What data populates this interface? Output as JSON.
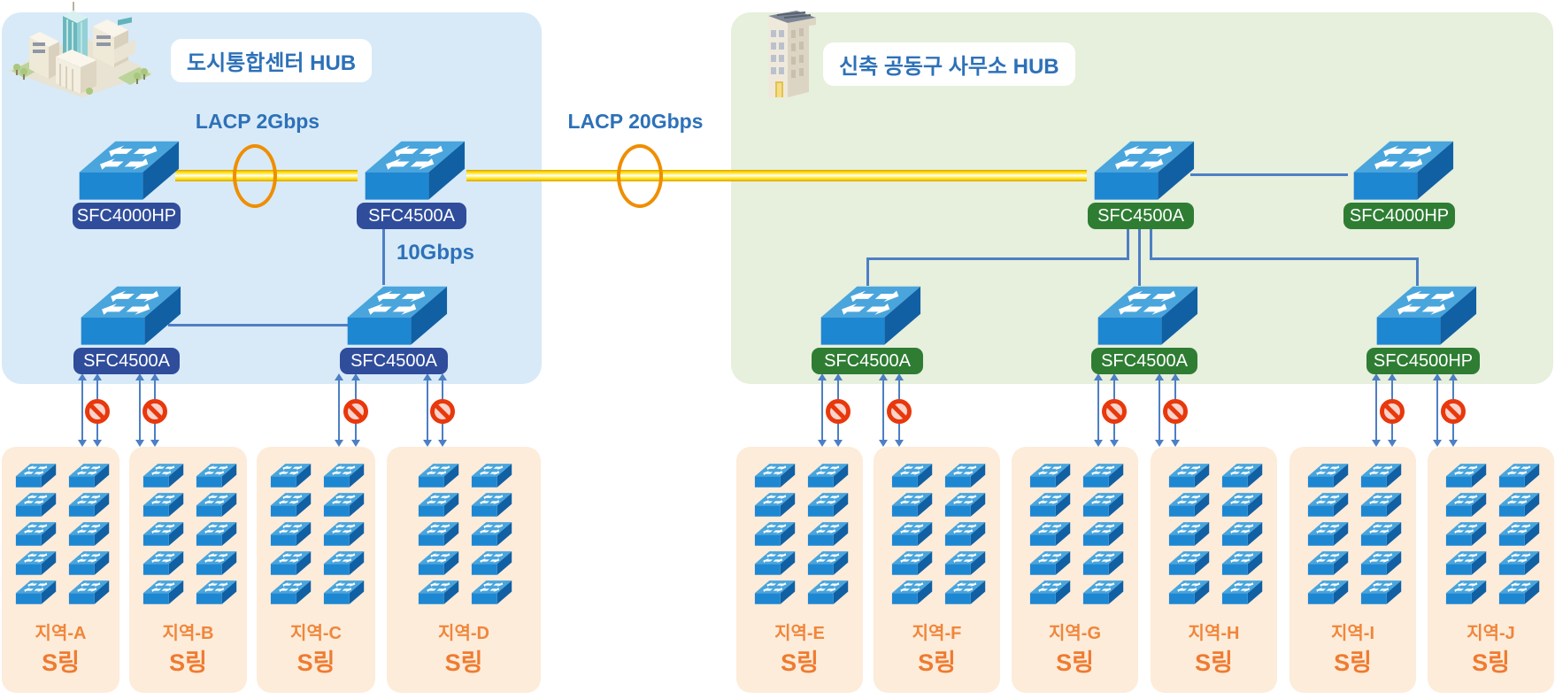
{
  "hubs": {
    "left": {
      "title": "도시통합센터 HUB"
    },
    "right": {
      "title": "신축 공동구 사무소 HUB"
    }
  },
  "links": {
    "lacp2": "LACP 2Gbps",
    "lacp20": "LACP 20Gbps",
    "uplink_10g": "10Gbps"
  },
  "nodes": [
    {
      "id": "lt1",
      "hub": "left",
      "label": "SFC4000HP"
    },
    {
      "id": "lt2",
      "hub": "left",
      "label": "SFC4500A"
    },
    {
      "id": "ll1",
      "hub": "left",
      "label": "SFC4500A"
    },
    {
      "id": "ll2",
      "hub": "left",
      "label": "SFC4500A"
    },
    {
      "id": "rt1",
      "hub": "right",
      "label": "SFC4500A"
    },
    {
      "id": "rt2",
      "hub": "right",
      "label": "SFC4000HP"
    },
    {
      "id": "rl1",
      "hub": "right",
      "label": "SFC4500A"
    },
    {
      "id": "rl2",
      "hub": "right",
      "label": "SFC4500A"
    },
    {
      "id": "rl3",
      "hub": "right",
      "label": "SFC4500HP"
    }
  ],
  "rings": [
    {
      "id": "A",
      "area": "지역-A",
      "ring": "S링",
      "devices": 10
    },
    {
      "id": "B",
      "area": "지역-B",
      "ring": "S링",
      "devices": 10
    },
    {
      "id": "C",
      "area": "지역-C",
      "ring": "S링",
      "devices": 10
    },
    {
      "id": "D",
      "area": "지역-D",
      "ring": "S링",
      "devices": 10
    },
    {
      "id": "E",
      "area": "지역-E",
      "ring": "S링",
      "devices": 10
    },
    {
      "id": "F",
      "area": "지역-F",
      "ring": "S링",
      "devices": 10
    },
    {
      "id": "G",
      "area": "지역-G",
      "ring": "S링",
      "devices": 10
    },
    {
      "id": "H",
      "area": "지역-H",
      "ring": "S링",
      "devices": 10
    },
    {
      "id": "I",
      "area": "지역-I",
      "ring": "S링",
      "devices": 10
    },
    {
      "id": "J",
      "area": "지역-J",
      "ring": "S링",
      "devices": 10
    }
  ],
  "colors": {
    "hub_left_panel": "#d8eaf8",
    "hub_right_panel": "#e7efdd",
    "badge_left": "#2f4d9b",
    "badge_right": "#2e7d33",
    "accent_blue": "#2d71b8",
    "ring_box": "#fdecda",
    "area_text": "#f0863b",
    "link_yellow": "#ffe000",
    "bundle_orange": "#ef8e00",
    "blocked_red": "#e8380c",
    "line_blue": "#4d7fc4"
  },
  "icons": [
    "city-buildings-icon",
    "office-building-icon",
    "switch-icon",
    "blocked-link-icon",
    "lacp-bundle-ellipse"
  ]
}
